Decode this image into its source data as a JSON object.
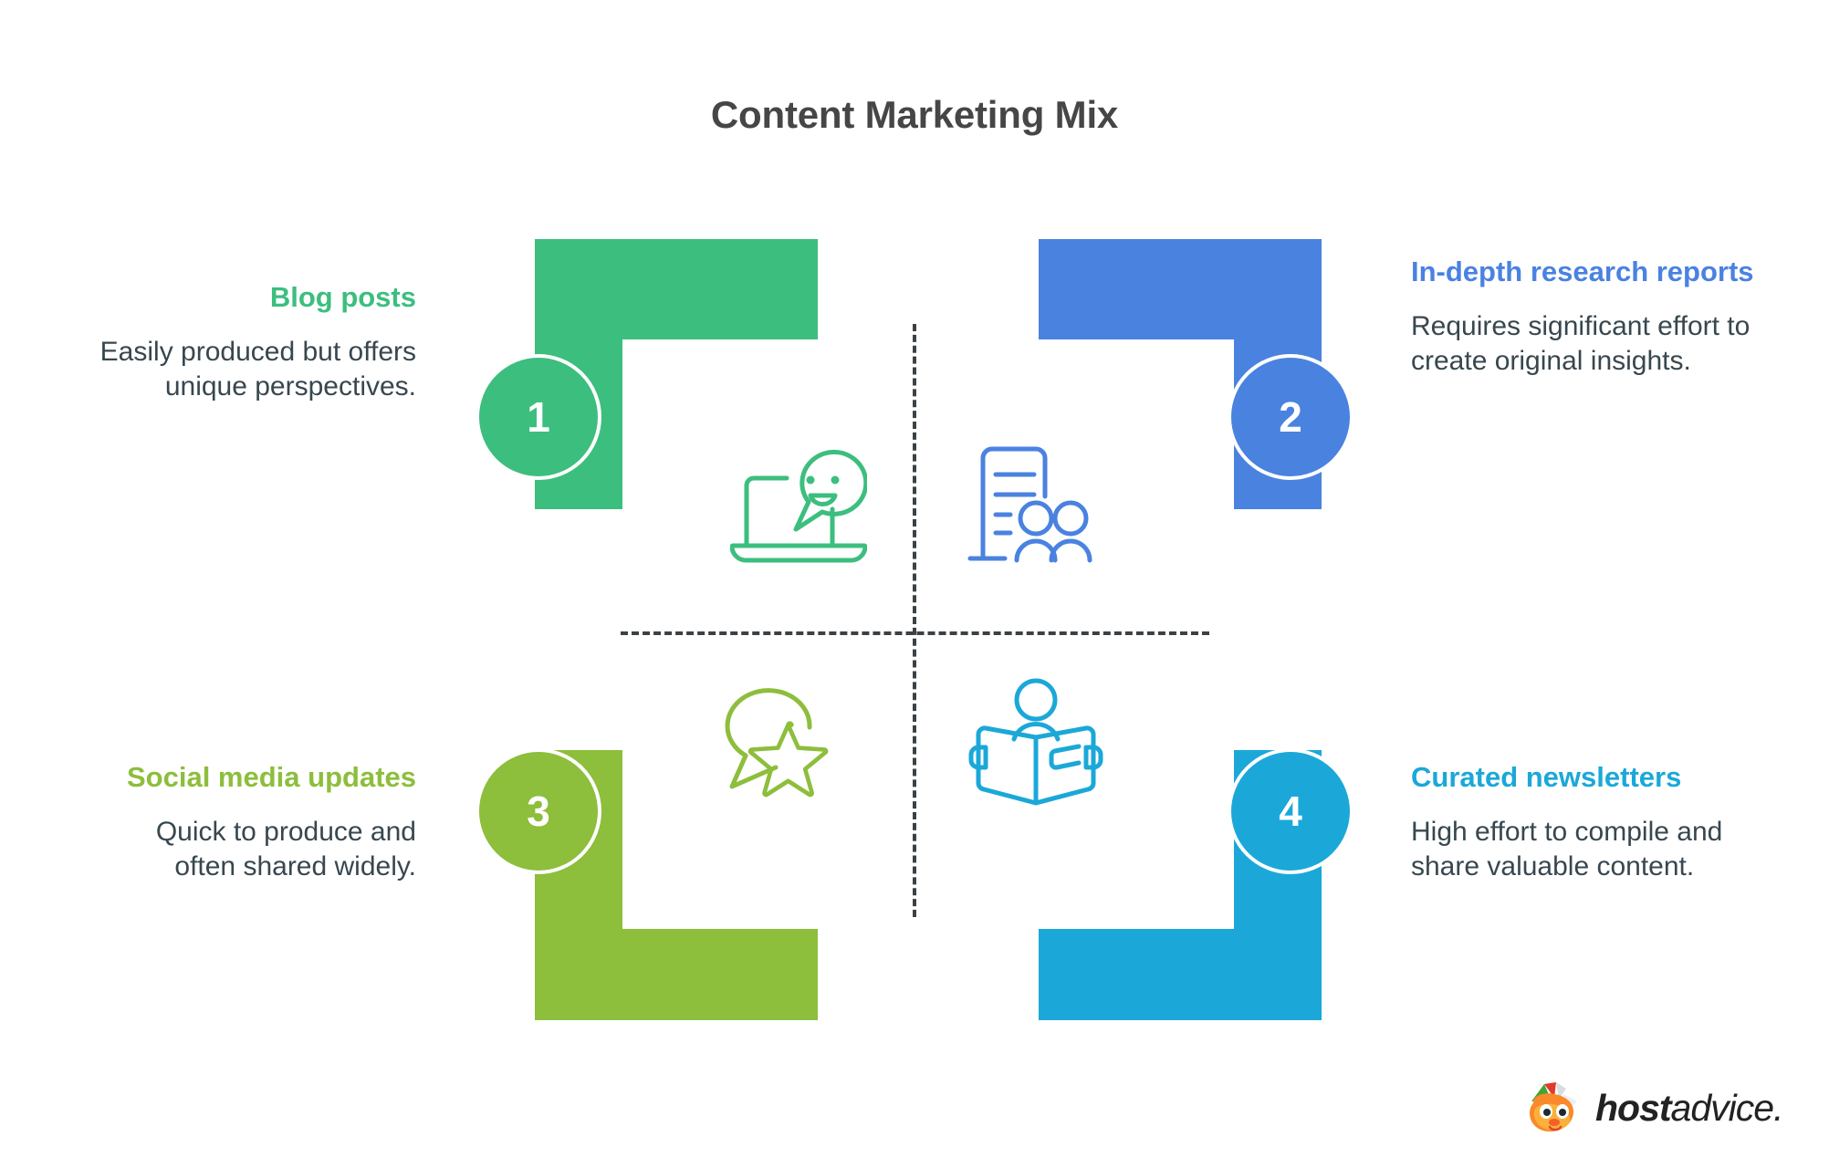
{
  "title": "Content Marketing Mix",
  "colors": {
    "green": "#3CBE7E",
    "blue": "#4A82E0",
    "olive": "#8DBE3C",
    "cyan": "#1BA8D8",
    "text_dark": "#38474f",
    "title_gray": "#464646",
    "divider": "#3c4145"
  },
  "quadrants": [
    {
      "number": "1",
      "heading": "Blog posts",
      "body": "Easily produced but offers unique perspectives.",
      "color": "#3CBE7E",
      "icon": "laptop-chat-smiley-icon"
    },
    {
      "number": "2",
      "heading": "In-depth research reports",
      "body": "Requires significant effort to create original insights.",
      "color": "#4A82E0",
      "icon": "document-people-icon"
    },
    {
      "number": "3",
      "heading": "Social media updates",
      "body": "Quick to produce and often shared widely.",
      "color": "#8DBE3C",
      "icon": "speech-bubble-star-icon"
    },
    {
      "number": "4",
      "heading": "Curated newsletters",
      "body": "High effort to compile and share valuable content.",
      "color": "#1BA8D8",
      "icon": "person-reading-book-icon"
    }
  ],
  "logo": {
    "bold_text": "host",
    "thin_text": "advice.",
    "mascot": "fox-mascot-icon"
  }
}
